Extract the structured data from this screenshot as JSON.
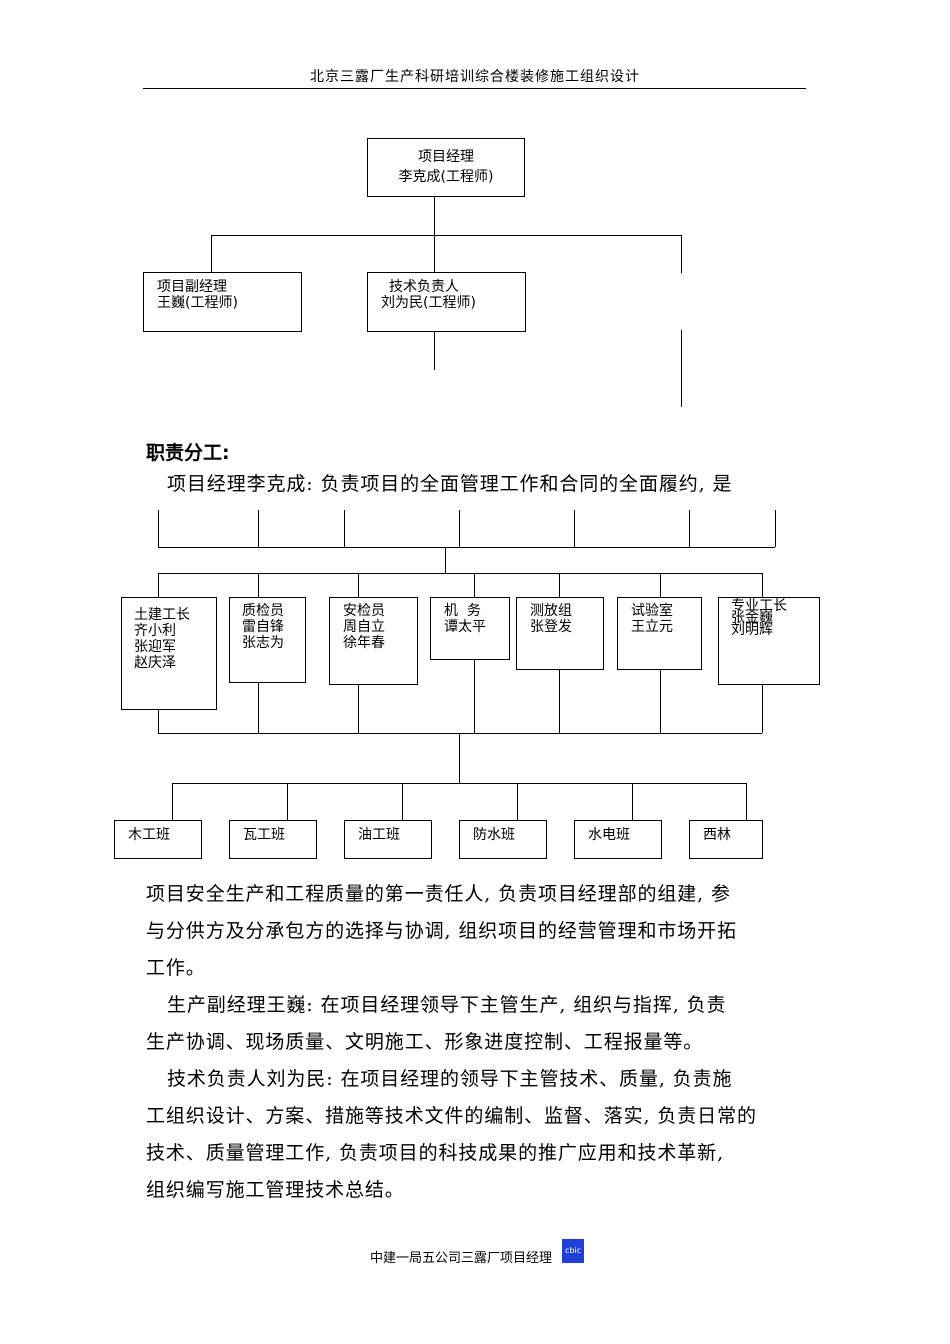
{
  "header": {
    "title": "北京三露厂生产科研培训综合楼装修施工组织设计"
  },
  "org_top": {
    "manager": {
      "line1": "项目经理",
      "line2": "李克成(工程师)"
    },
    "deputy": {
      "line1": "项目副经理",
      "line2": "王巍(工程师)"
    },
    "tech": {
      "line1": "技术负责人",
      "line2": "刘为民(工程师)"
    }
  },
  "section_title": "职责分工:",
  "para1_first_line": "项目经理李克成: 负责项目的全面管理工作和合同的全面履约, 是",
  "departments": [
    {
      "name": "土建工长",
      "people": [
        "齐小利",
        "张迎军",
        "赵庆泽"
      ]
    },
    {
      "name": "质检员",
      "people": [
        "雷自锋",
        "张志为"
      ]
    },
    {
      "name": "安检员",
      "people": [
        "周自立",
        "徐年春"
      ]
    },
    {
      "name": "机  务",
      "people": [
        "谭太平"
      ]
    },
    {
      "name": "测放组",
      "people": [
        "张登发"
      ]
    },
    {
      "name": "试验室",
      "people": [
        "王立元"
      ]
    },
    {
      "name": "专业工长",
      "people": [
        "张金巍",
        "刘明辉"
      ]
    }
  ],
  "teams": [
    "木工班",
    "瓦工班",
    "油工班",
    "防水班",
    "水电班",
    "西林"
  ],
  "paragraphs": [
    "项目安全生产和工程质量的第一责任人, 负责项目经理部的组建, 参",
    "与分供方及分承包方的选择与协调, 组织项目的经营管理和市场开拓",
    "工作。",
    "生产副经理王巍: 在项目经理领导下主管生产, 组织与指挥, 负责",
    "生产协调、现场质量、文明施工、形象进度控制、工程报量等。",
    "技术负责人刘为民: 在项目经理的领导下主管技术、质量, 负责施",
    "工组织设计、方案、措施等技术文件的编制、监督、落实, 负责日常的",
    "技术、质量管理工作, 负责项目的科技成果的推广应用和技术革新,",
    "组织编写施工管理技术总结。"
  ],
  "footer": {
    "text": "中建一局五公司三露厂项目经理",
    "logo_text": "cbic"
  }
}
